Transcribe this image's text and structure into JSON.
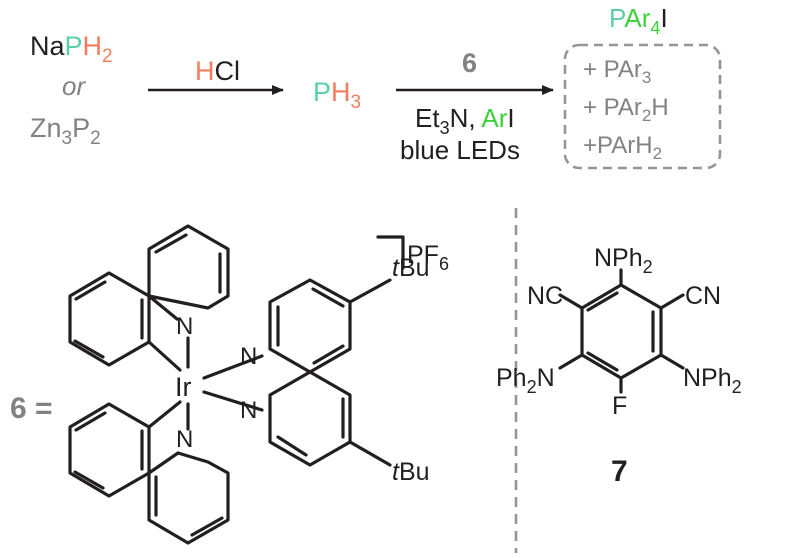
{
  "colors": {
    "text": "#231f20",
    "gray": "#808285",
    "phosphorus_cyan": "#5ad0a8",
    "hydrogen_orange": "#f47c5c",
    "aryl_green": "#3cd13c",
    "box_dash": "#939598"
  },
  "scheme": {
    "start": {
      "na": "Na",
      "p": "P",
      "h": "H",
      "h_sub": "2",
      "or": "or",
      "zn": "Zn",
      "zn_sub": "3",
      "p2": "P",
      "p2_sub": "2"
    },
    "step1": {
      "h": "H",
      "cl": "Cl"
    },
    "intermediate": {
      "p": "P",
      "h": "H",
      "sub": "3"
    },
    "step2": {
      "catalyst": "6",
      "base": "Et",
      "base_sub": "3",
      "base_tail": "N, ",
      "ar": "Ar",
      "i": "I",
      "light": "blue LEDs"
    },
    "products": {
      "main": {
        "p": "P",
        "ar": "Ar",
        "sub": "4",
        "i": "I"
      },
      "side1": {
        "text": "+ PAr",
        "sub": "3"
      },
      "side2": {
        "text": "+ PAr",
        "sub": "2",
        "tail": "H"
      },
      "side3": {
        "text": "+PArH",
        "sub": "2"
      }
    }
  },
  "compound6": {
    "label": "6 =",
    "counterion": "PF",
    "counterion_sub": "6",
    "metal": "Ir",
    "n1": "N",
    "n2": "N",
    "n3": "N",
    "n4": "N",
    "tbu_top_t": "t",
    "tbu_top": "Bu",
    "tbu_bottom_t": "t",
    "tbu_bottom": "Bu"
  },
  "compound7": {
    "label": "7",
    "nph2_top": "NPh",
    "nph2_top_sub": "2",
    "cn_left": "NC",
    "cn_right": "CN",
    "ph2n_left": "Ph",
    "ph2n_left_sub": "2",
    "ph2n_left_tail": "N",
    "nph2_right": "NPh",
    "nph2_right_sub": "2",
    "f": "F"
  }
}
